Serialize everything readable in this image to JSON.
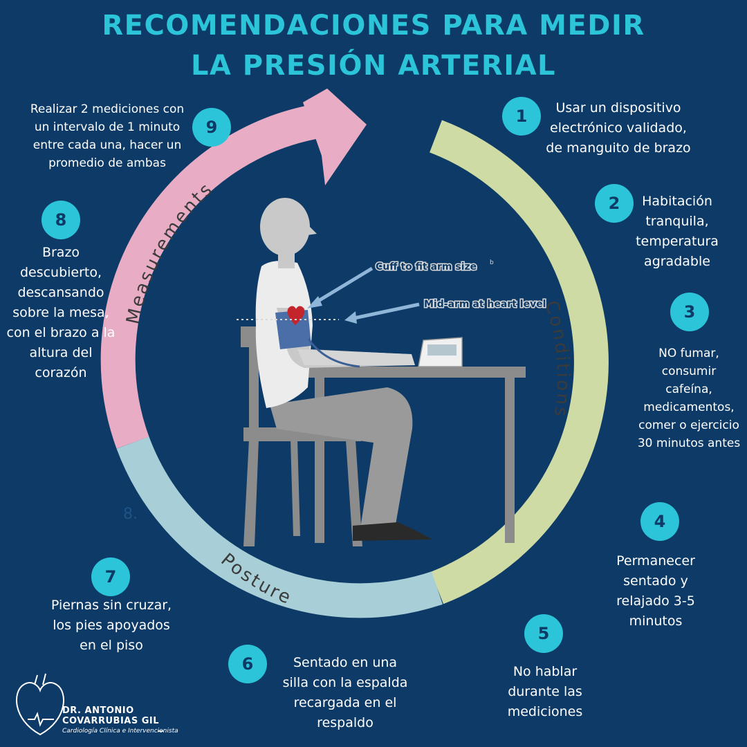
{
  "title_line1": "RECOMENDACIONES PARA MEDIR",
  "title_line2": "LA PRESIÓN ARTERIAL",
  "ring_labels": {
    "conditions": "Conditions",
    "measurements": "Measurements",
    "posture": "Posture"
  },
  "figure_labels": {
    "cuff": "Cuff to fit arm size",
    "cuff_sup": "b",
    "mid_arm": "Mid-arm at heart level",
    "stray": "8."
  },
  "colors": {
    "background": "#0d3a66",
    "accent": "#2cc4d8",
    "conditions": "#cfdba4",
    "measurements": "#e8adc4",
    "posture": "#a8cfd8"
  },
  "steps": [
    {
      "num": "1",
      "lines": [
        "Usar un dispositivo",
        "electrónico validado,",
        "de manguito de brazo"
      ]
    },
    {
      "num": "2",
      "lines": [
        "Habitación",
        "tranquila,",
        "temperatura",
        "agradable"
      ]
    },
    {
      "num": "3",
      "lines": [
        "NO fumar,",
        "consumir",
        "cafeína,",
        "medicamentos,",
        "comer o ejercicio",
        "30 minutos antes"
      ]
    },
    {
      "num": "4",
      "lines": [
        "Permanecer",
        "sentado y",
        "relajado 3-5",
        "minutos"
      ]
    },
    {
      "num": "5",
      "lines": [
        "No hablar",
        "durante las",
        "mediciones"
      ]
    },
    {
      "num": "6",
      "lines": [
        "Sentado en una",
        "silla con la espalda",
        "recargada en el",
        "respaldo"
      ]
    },
    {
      "num": "7",
      "lines": [
        "Piernas sin cruzar,",
        "los pies apoyados",
        "en el piso"
      ]
    },
    {
      "num": "8",
      "lines": [
        "Brazo",
        "descubierto,",
        "descansando",
        "sobre la mesa,",
        "con el brazo a la",
        "altura del",
        "corazón"
      ]
    },
    {
      "num": "9",
      "lines": [
        "Realizar 2 mediciones con",
        "un intervalo de 1 minuto",
        "entre cada una, hacer un",
        "promedio de ambas"
      ]
    }
  ],
  "logo": {
    "name_line1": "DR. ANTONIO",
    "name_line2": "COVARRUBIAS GIL",
    "subtitle": "Cardiología Clínica e Intervencionista",
    "icon": "heart-outline-icon"
  }
}
